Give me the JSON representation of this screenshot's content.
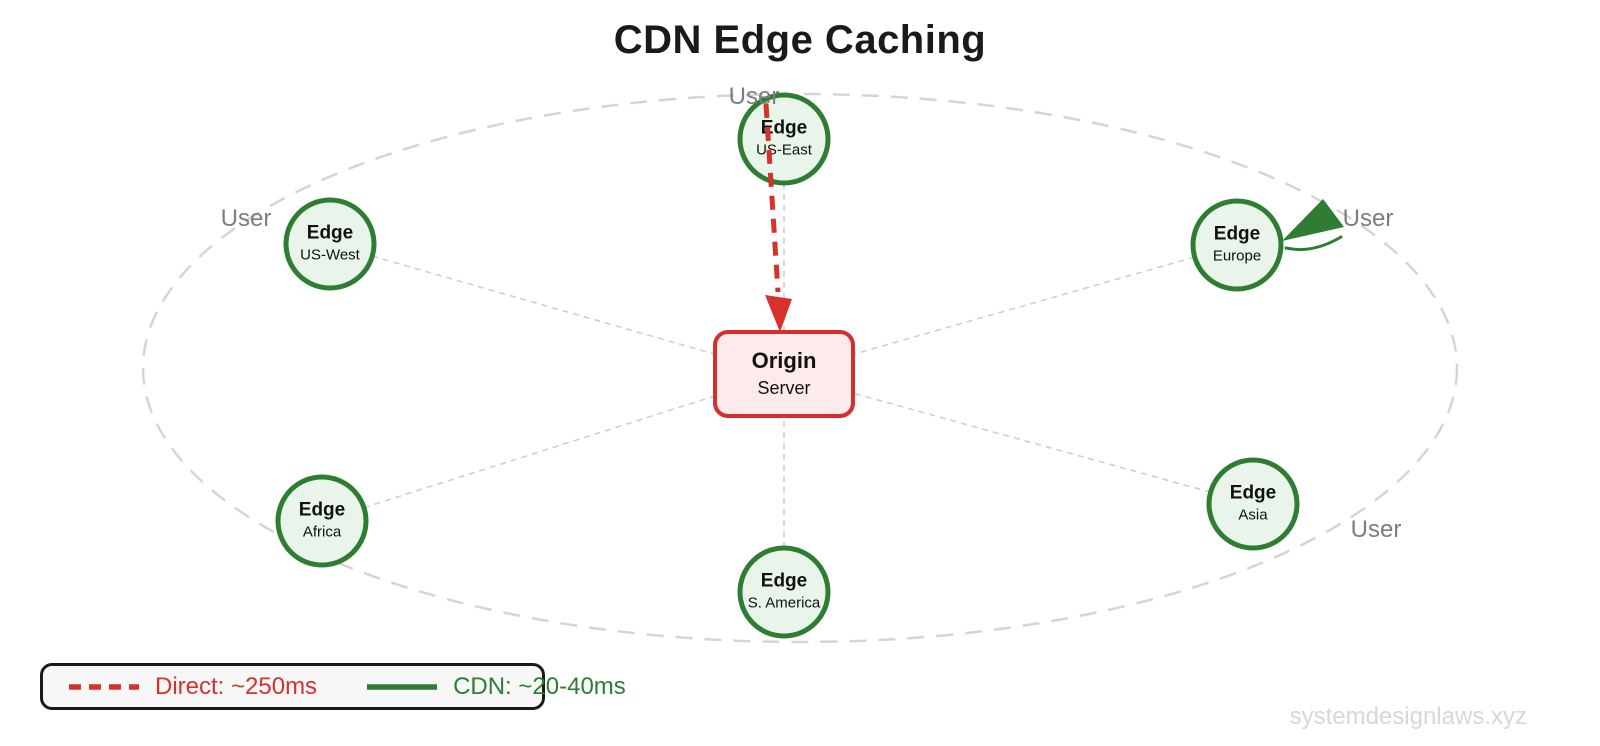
{
  "title": "CDN Edge Caching",
  "origin": {
    "label": "Origin",
    "sublabel": "Server"
  },
  "edges": [
    {
      "id": "us-east",
      "label": "Edge",
      "sublabel": "US-East"
    },
    {
      "id": "us-west",
      "label": "Edge",
      "sublabel": "US-West"
    },
    {
      "id": "europe",
      "label": "Edge",
      "sublabel": "Europe"
    },
    {
      "id": "africa",
      "label": "Edge",
      "sublabel": "Africa"
    },
    {
      "id": "asia",
      "label": "Edge",
      "sublabel": "Asia"
    },
    {
      "id": "s-america",
      "label": "Edge",
      "sublabel": "S. America"
    }
  ],
  "users": {
    "top": "User",
    "left": "User",
    "right": "User",
    "bottom_right": "User"
  },
  "legend": {
    "direct": "Direct: ~250ms",
    "cdn": "CDN: ~20-40ms"
  },
  "watermark": "systemdesignlaws.xyz",
  "colors": {
    "edge_fill": "#e9f5ea",
    "edge_stroke": "#2e7d32",
    "origin_fill": "#fdeaea",
    "origin_stroke": "#d32f2f",
    "direct_red": "#d7312e",
    "cdn_green": "#2e7d32",
    "ring_dash": "#d5d5d5",
    "connector_dash": "#cfcfcf",
    "user_text": "#7d7d7d",
    "watermark_text": "#d7d7d7"
  }
}
